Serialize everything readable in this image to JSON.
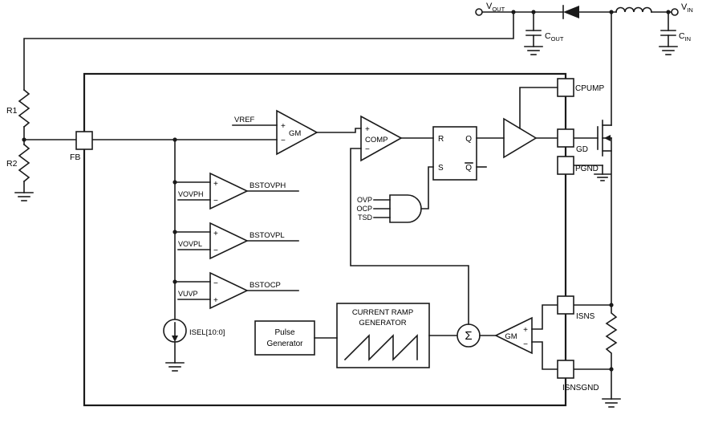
{
  "diagram": {
    "terminals": {
      "vout": {
        "base": "V",
        "sub": "OUT"
      },
      "vin": {
        "base": "V",
        "sub": "IN"
      }
    },
    "capacitors": {
      "cout": {
        "base": "C",
        "sub": "OUT"
      },
      "cin": {
        "base": "C",
        "sub": "IN"
      }
    },
    "resistors": {
      "r1": "R1",
      "r2": "R2"
    },
    "pins": {
      "fb": "FB",
      "cpump": "CPUMP",
      "gd": "GD",
      "pgnd": "PGND",
      "isns": "ISNS",
      "isnsgnd": "ISNSGND"
    },
    "symbols": {
      "plus": "+",
      "minus": "−",
      "sigma": "Σ"
    },
    "amplifiers": {
      "error_amp": "GM",
      "pwm_comparator": "COMP",
      "current_sense_amp": "GM"
    },
    "latch": {
      "r": "R",
      "s": "S",
      "q": "Q",
      "q_bar": "Q"
    },
    "references": {
      "vref": "VREF",
      "vovph": "VOVPH",
      "vovpl": "VOVPL",
      "vuvp": "VUVP",
      "isel": "ISEL[10:0]"
    },
    "signals": {
      "bstovph": "BSTOVPH",
      "bstovpl": "BSTOVPL",
      "bstocp": "BSTOCP",
      "ovp": "OVP",
      "ocp": "OCP",
      "tsd": "TSD"
    },
    "blocks": {
      "pulse_generator": [
        "Pulse",
        "Generator"
      ],
      "ramp_generator": [
        "CURRENT RAMP",
        "GENERATOR"
      ]
    }
  }
}
